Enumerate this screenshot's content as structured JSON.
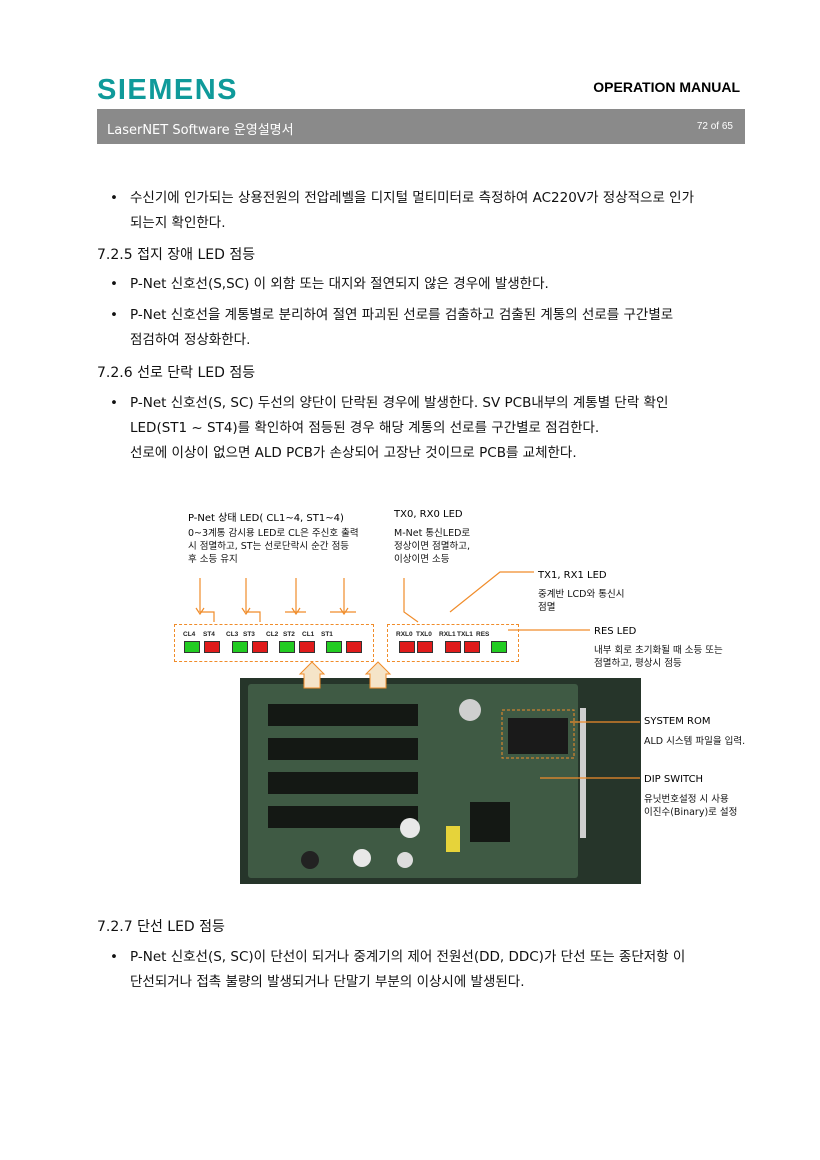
{
  "header": {
    "logo": "SIEMENS",
    "manual": "OPERATION MANUAL",
    "doc_title": "LaserNET Software  운영설명서",
    "page": "72 of 65"
  },
  "content": {
    "bullet1_l1": "수신기에 인가되는 상용전원의 전압레벨을 디지털 멀티미터로 측정하여 AC220V가 정상적으로 인가",
    "bullet1_l2": "되는지 확인한다.",
    "h725": "7.2.5 접지 장애 LED 점등",
    "b725_1": "P-Net 신호선(S,SC) 이 외함 또는 대지와 절연되지 않은 경우에 발생한다.",
    "b725_2_l1": "P-Net 신호선을 계통별로 분리하여 절연 파괴된 선로를 검출하고 검출된 계통의 선로를 구간별로",
    "b725_2_l2": "점검하여 정상화한다.",
    "h726": "7.2.6 선로 단락 LED 점등",
    "b726_l1": "P-Net 신호선(S, SC) 두선의 양단이 단락된 경우에 발생한다. SV PCB내부의 계통별 단락 확인",
    "b726_l2": "LED(ST1 ~ ST4)를 확인하여 점등된 경우 해당 계통의 선로를 구간별로 점검한다.",
    "b726_l3": "선로에 이상이 없으면 ALD PCB가 손상되어 고장난 것이므로 PCB를 교체한다.",
    "h727": "7.2.7 단선 LED 점등",
    "b727_l1": "P-Net 신호선(S, SC)이 단선이 되거나 중계기의 제어 전원선(DD, DDC)가 단선 또는 종단저항 이",
    "b727_l2": "단선되거나 접촉 불량의 발생되거나 단말기 부분의 이상시에 발생된다."
  },
  "figure": {
    "pnet_title": "P-Net 상태 LED( CL1~4, ST1~4)",
    "pnet_desc_l1": "0~3계통 감시용 LED로 CL은 주신호 출력",
    "pnet_desc_l2": "시 점멸하고, ST는 선로단락시    순간 점등",
    "pnet_desc_l3": "후 소등 유지",
    "tx0_title": "TX0, RX0 LED",
    "tx0_desc_l1": "M-Net 통신LED로",
    "tx0_desc_l2": "정상이면 점멸하고,",
    "tx0_desc_l3": "이상이면 소등",
    "tx1_title": "TX1, RX1 LED",
    "tx1_desc_l1": "중계반 LCD와 통신시",
    "tx1_desc_l2": "점멸",
    "res_title": "RES LED",
    "res_desc_l1": "내부 회로 초기화될 때 소등 또는",
    "res_desc_l2": "점멸하고, 평상시 점등",
    "rom_title": "SYSTEM ROM",
    "rom_desc": "ALD 시스템 파일을 입력.",
    "dip_title": "DIP SWITCH",
    "dip_desc_l1": "유닛번호설정 시 사용",
    "dip_desc_l2": "이진수(Binary)로 설정",
    "left_led_labels": [
      "CL4",
      "ST4",
      "CL3",
      "ST3",
      "CL2",
      "ST2",
      "CL1",
      "ST1"
    ],
    "right_led_labels": [
      "RXL0",
      "TXL0",
      "RXL1",
      "TXL1",
      "RES"
    ]
  },
  "colors": {
    "brand": "#0f9a9a",
    "accent": "#f08c2a",
    "led_green": "#22cc22",
    "led_red": "#e01b1b"
  }
}
